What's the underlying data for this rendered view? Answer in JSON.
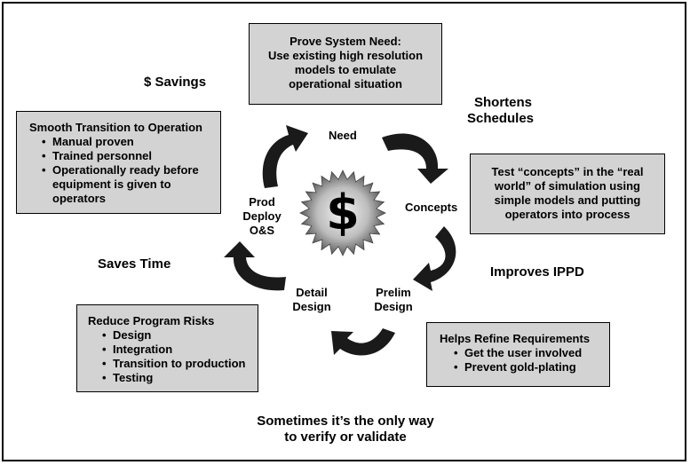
{
  "boxes": {
    "prove_need": {
      "lines": [
        "Prove System Need:",
        "Use existing high resolution",
        "models to emulate",
        "operational situation"
      ]
    },
    "smooth_transition": {
      "heading": "Smooth Transition to Operation",
      "bullets": [
        "Manual proven",
        "Trained personnel",
        "Operationally ready before equipment is given to operators"
      ]
    },
    "test_concepts": {
      "lines": [
        "Test “concepts” in the “real",
        "world” of simulation using",
        "simple models and putting",
        "operators into process"
      ]
    },
    "reduce_risks": {
      "heading": "Reduce Program Risks",
      "bullets": [
        "Design",
        "Integration",
        "Transition to production",
        "Testing"
      ]
    },
    "refine_requirements": {
      "heading": "Helps Refine Requirements",
      "bullets": [
        "Get the user involved",
        "Prevent gold-plating"
      ]
    }
  },
  "benefits": {
    "savings": "$ Savings",
    "shortens": [
      "Shortens",
      "Schedules"
    ],
    "saves_time": "Saves Time",
    "ippd": "Improves IPPD",
    "bottom": [
      "Sometimes it’s the only way",
      "to verify or validate"
    ]
  },
  "cycle": {
    "center_symbol": "$",
    "need": "Need",
    "concepts": "Concepts",
    "prelim": [
      "Prelim",
      "Design"
    ],
    "detail": [
      "Detail",
      "Design"
    ],
    "prod": [
      "Prod",
      "Deploy",
      "O&S"
    ]
  },
  "colors": {
    "box_fill": "#d3d3d3",
    "arrow": "#1a1a1a",
    "burst_light": "#f2f2f2",
    "burst_dark": "#5a5a5a"
  }
}
